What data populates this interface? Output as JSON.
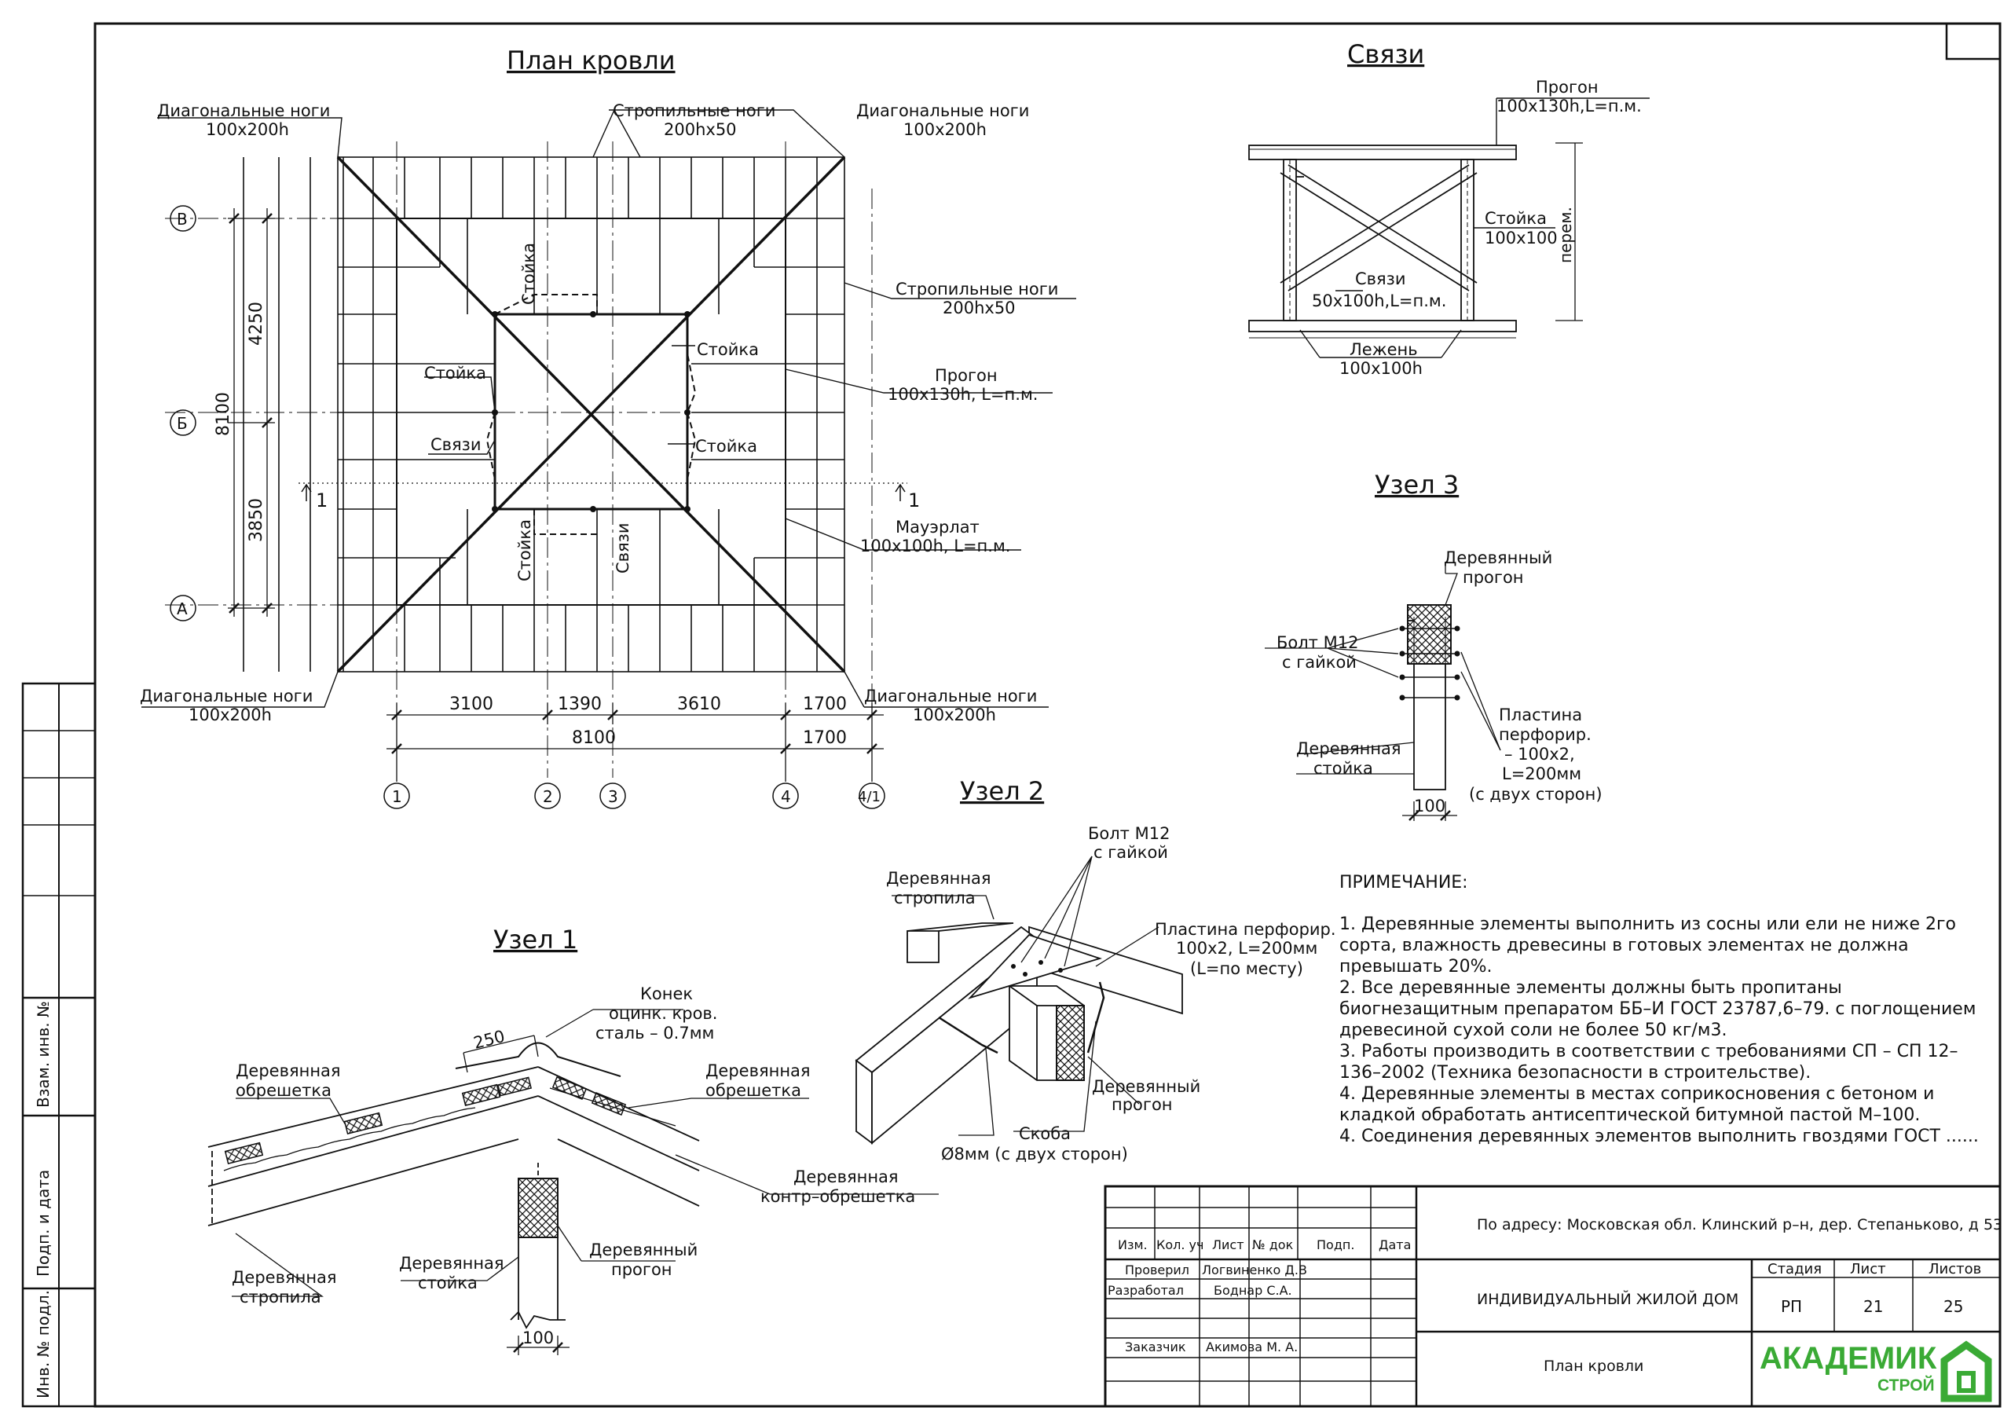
{
  "plan": {
    "title": "План кровли",
    "diag_tl": [
      "Диагональные ноги",
      "100x200h"
    ],
    "rafters_top": [
      "Стропильные ноги",
      "200hx50"
    ],
    "diag_tr": [
      "Диагональные ноги",
      "100x200h"
    ],
    "rafters_right": [
      "Стропильные ноги",
      "200hx50"
    ],
    "purlin": [
      "Прогон",
      "100x130h, L=п.м."
    ],
    "mauerlat": [
      "Мауэрлат",
      "100x100h, L=п.м."
    ],
    "diag_bl": [
      "Диагональные ноги",
      "100x200h"
    ],
    "diag_br": [
      "Диагональные ноги",
      "100x200h"
    ],
    "stoyka": "Стойка",
    "svyazi": "Связи",
    "section_mark": "1",
    "axes_rows": [
      "В",
      "Б",
      "А"
    ],
    "axes_cols": [
      "1",
      "2",
      "3",
      "4",
      "4/1"
    ],
    "dims_v": [
      "4250",
      "8100",
      "3850"
    ],
    "dims_h_row1": [
      "3100",
      "1390",
      "3610",
      "1700"
    ],
    "dims_h_row2": [
      "8100",
      "1700"
    ]
  },
  "svyazi_detail": {
    "title": "Связи",
    "purlin": [
      "Прогон",
      "100x130h,L=п.м."
    ],
    "stoyka": [
      "Стойка",
      "100x100"
    ],
    "svyazi": [
      "Связи",
      "50x100h,L=п.м."
    ],
    "lezhen": [
      "Лежень",
      "100x100h"
    ],
    "perem": "перем."
  },
  "uzel3": {
    "title": "Узел 3",
    "purlin": [
      "Деревянный",
      "прогон"
    ],
    "bolt": [
      "Болт М12",
      "с гайкой"
    ],
    "plate": [
      "Пластина",
      "перфорир.",
      "– 100x2,",
      "L=200мм",
      "(с двух сторон)"
    ],
    "post": [
      "Деревянная",
      "стойка"
    ],
    "dim": "100"
  },
  "uzel2": {
    "title": "Узел 2",
    "bolt": [
      "Болт М12",
      "с гайкой"
    ],
    "rafter": [
      "Деревянная",
      "стропила"
    ],
    "plate": [
      "Пластина перфорир.",
      "100x2, L=200мм",
      "(L=по месту)"
    ],
    "purlin": [
      "Деревянный",
      "прогон"
    ],
    "clamp": [
      "Скоба",
      "Ø8мм (с двух сторон)"
    ]
  },
  "uzel1": {
    "title": "Узел 1",
    "ridge": [
      "Конек",
      "оцинк. кров.",
      "сталь – 0.7мм"
    ],
    "dim": "250",
    "lath_l": [
      "Деревянная",
      "обрешетка"
    ],
    "lath_r": [
      "Деревянная",
      "обрешетка"
    ],
    "counter": [
      "Деревянная",
      "контр–обрешетка"
    ],
    "purlin": [
      "Деревянный",
      "прогон"
    ],
    "post": [
      "Деревянная",
      "стойка"
    ],
    "rafter": [
      "Деревянная",
      "стропила"
    ],
    "dim_post": "100"
  },
  "notes": {
    "heading": "ПРИМЕЧАНИЕ:",
    "items": [
      "1.     Деревянные элементы выполнить из сосны или ели не ниже 2го сорта, влажность древесины в готовых элементах не должна превышать 20%.",
      "2.     Все деревянные элементы должны быть пропитаны биогнезащитным препаратом ББ–И ГОСТ 23787,6–79. с поглощением древесиной сухой соли не более 50 кг/м3.",
      "3.     Работы производить в соответствии с требованиями СП – СП 12–136–2002 (Техника безопасности в строительстве).",
      "4.     Деревянные элементы в местах соприкосновения с бетоном и кладкой обработать антисептической битумной пастой М–100.",
      "4.     Соединения деревянных элементов выполнить гвоздями ГОСТ ......"
    ]
  },
  "stamp": {
    "cols": [
      "Изм.",
      "Кол. уч",
      "Лист",
      "№ док",
      "Подп.",
      "Дата"
    ],
    "checked_label": "Проверил",
    "checked_name": "Логвиненко Д.В",
    "developed_label": "Разработал",
    "developed_name": "Боднар С.А.",
    "customer_label": "Заказчик",
    "customer_name": "Акимова М. А.",
    "address": "По адресу: Московская обл. Клинский р–н, дер. Степаньково, д 53",
    "object": "ИНДИВИДУАЛЬНЫЙ ЖИЛОЙ ДОМ",
    "sheet_title": "План кровли",
    "stage_label": "Стадия",
    "sheet_label": "Лист",
    "sheets_label": "Листов",
    "stage": "РП",
    "sheet": "21",
    "sheets": "25",
    "logo_main": "АКАДЕМИК",
    "logo_sub": "СТРОЙ",
    "logo_color": "#3aaa35"
  },
  "side_stamp": {
    "f1": "Взам. инв. №",
    "f2": "Подп. и дата",
    "f3": "Инв. № подл."
  }
}
